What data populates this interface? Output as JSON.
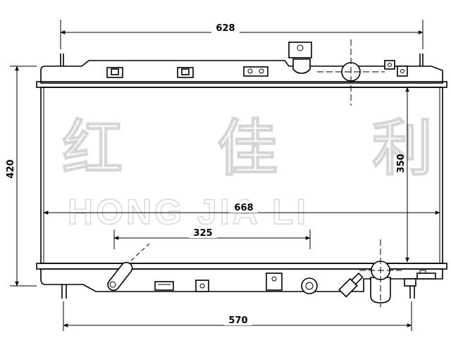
{
  "diagram": {
    "watermark_cn": "红 佳 利",
    "watermark_en": "HONG JIA LI",
    "dimensions": {
      "top_width": "628",
      "core_width": "668",
      "inner_width": "325",
      "bottom_width": "570",
      "overall_height": "420",
      "core_height": "350"
    }
  }
}
